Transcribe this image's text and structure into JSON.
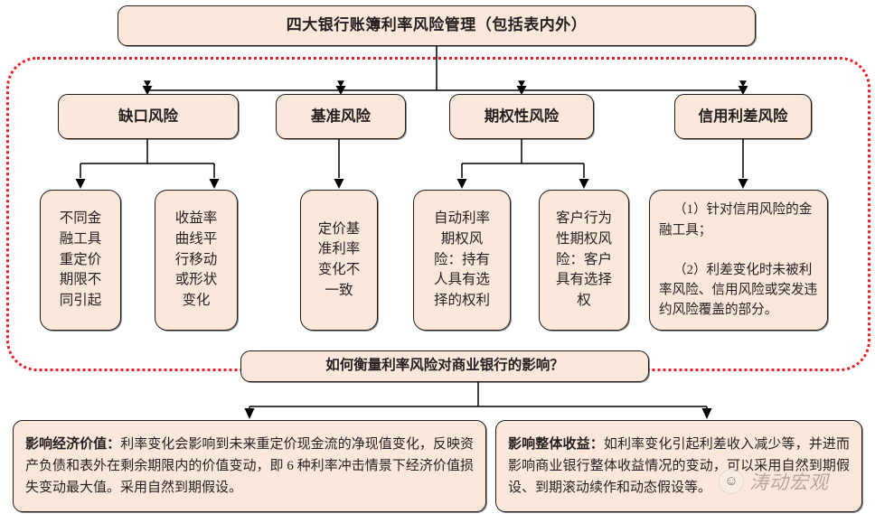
{
  "diagram": {
    "title_node": "四大银行账簿利率风险管理（包括表内外）",
    "question_node": "如何衡量利率风险对商业银行的影响？",
    "categories": [
      {
        "label": "缺口风险"
      },
      {
        "label": "基准风险"
      },
      {
        "label": "期权性风险"
      },
      {
        "label": "信用利差风险"
      }
    ],
    "leaves": [
      {
        "label": "不同金\n融工具\n重定价\n期限不\n同引起"
      },
      {
        "label": "收益率\n曲线平\n行移动\n或形状\n变化"
      },
      {
        "label": "定价基\n准利率\n变化不\n一致"
      },
      {
        "label": "自动利率\n期权风\n险：持有\n人具有选\n择的权利"
      },
      {
        "label": "客户行为\n性期权风\n险：客户\n具有选择\n权"
      }
    ],
    "leaf_credit_spread": {
      "line1": "（1）针对信用风险的金融工具；",
      "line2": "（2）利差变化时未被利率风险、信用风险或突发违约风险覆盖的部分。"
    },
    "bottom": [
      {
        "lead": "影响经济价值：",
        "body": "利率变化会影响到未来重定价现金流的净现值变化，反映资产负债和表外在剩余期限内的价值变动，即 6 种利率冲击情景下经济价值损失变动最大值。采用自然到期假设。"
      },
      {
        "lead": "影响整体收益：",
        "body": "如利率变化引起利差收入减少等，并进而影响商业银行整体收益情况的变动，可以采用自然到期假设、到期滚动续作和动态假设等。"
      }
    ],
    "watermark": {
      "text": "涛动宏观",
      "badge_glyph": "☺"
    },
    "colors": {
      "node_fill": "#fce8da",
      "node_border": "#201c1b",
      "dotted_border": "#ee1c25",
      "text": "#231f20",
      "connector": "#000000"
    }
  }
}
